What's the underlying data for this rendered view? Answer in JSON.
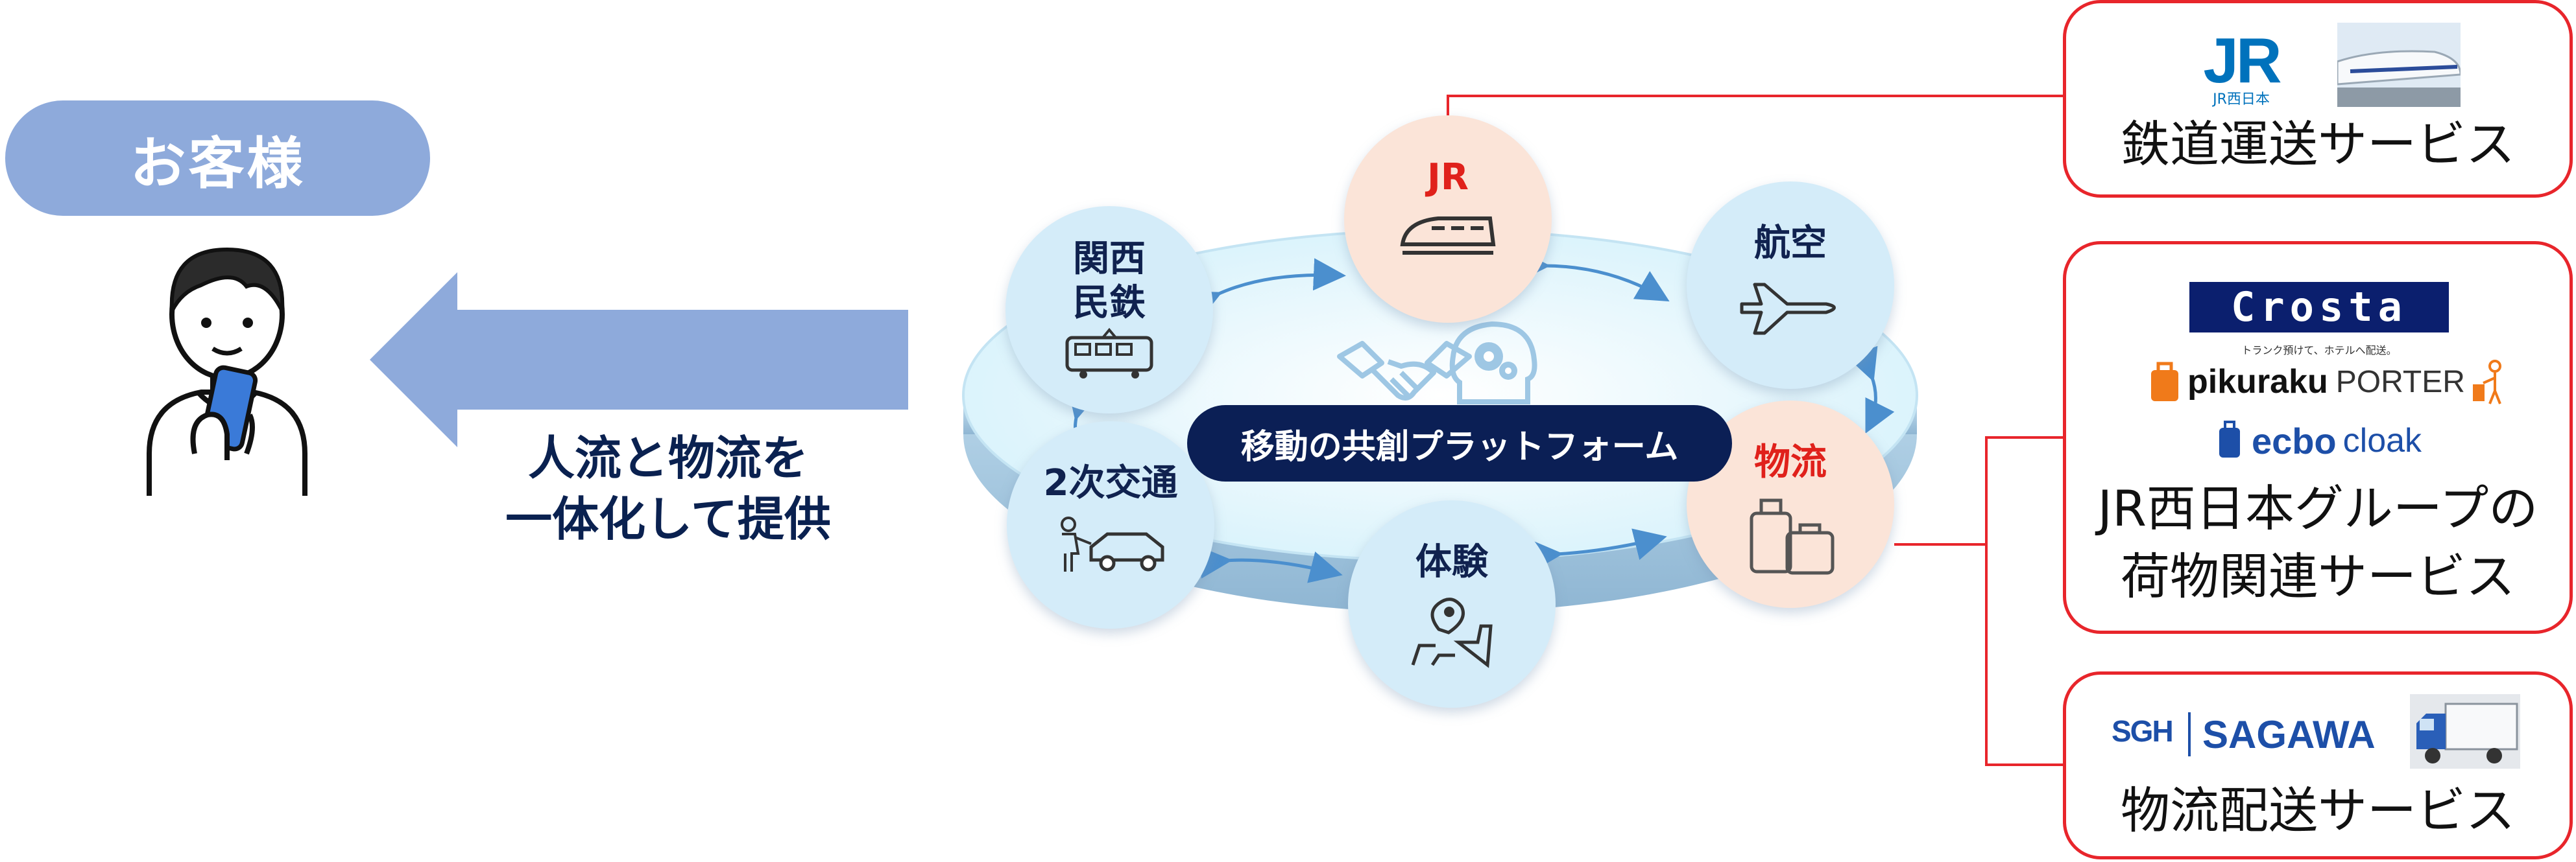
{
  "customer": {
    "label": "お客様"
  },
  "caption": {
    "line1": "人流と物流を",
    "line2": "一体化して提供"
  },
  "platform": {
    "label": "移動の共創プラットフォーム"
  },
  "nodes": {
    "jr": "JR",
    "kansai_line1": "関西",
    "kansai_line2": "民鉄",
    "air": "航空",
    "logistics": "物流",
    "secondary_line1": "2次交通",
    "experience": "体験"
  },
  "services": {
    "rail": {
      "logo_text": "JR",
      "logo_sub": "JR西日本",
      "label": "鉄道運送サービス"
    },
    "baggage": {
      "crosta": "Crosta",
      "piku_tagline": "トランク預けて、ホテルへ配送。",
      "piku_bold": "pikuraku",
      "piku_light": "PORTER",
      "ecbo_bold": "ecbo",
      "ecbo_light": "cloak",
      "label_line1": "JR西日本グループの",
      "label_line2": "荷物関連サービス"
    },
    "delivery": {
      "logo_sgh": "SGH",
      "logo_sagawa": "SAGAWA",
      "label": "物流配送サービス"
    }
  },
  "colors": {
    "accent_red": "#e8252b",
    "navy": "#0b1f55",
    "arrow_blue": "#8eaadb",
    "jr_blue": "#0072bc"
  },
  "icons": [
    "person-with-phone-icon",
    "left-arrow-icon",
    "train-icon",
    "shinkansen-icon",
    "airplane-icon",
    "luggage-icon",
    "pedestrian-car-icon",
    "map-pin-icon",
    "handshake-icon",
    "brain-gear-icon",
    "truck-icon"
  ]
}
